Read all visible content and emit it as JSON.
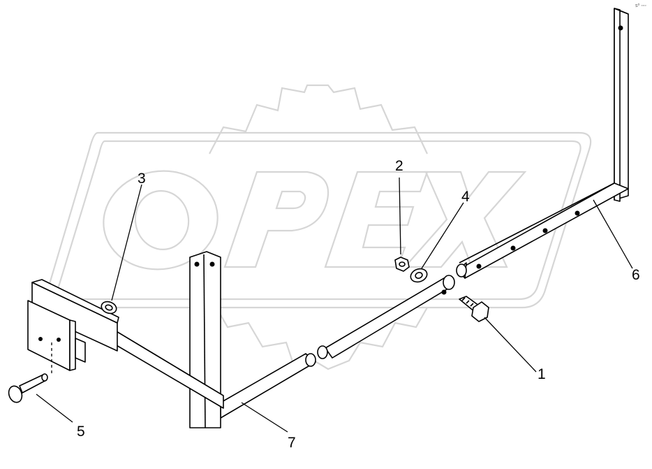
{
  "diagram": {
    "watermark": {
      "text": "OPEX",
      "color": "#d9d9d9"
    },
    "corner_mark": "s⁰ ◦◦◦",
    "callouts": [
      {
        "id": "1",
        "label": "1"
      },
      {
        "id": "2",
        "label": "2"
      },
      {
        "id": "3",
        "label": "3"
      },
      {
        "id": "4",
        "label": "4"
      },
      {
        "id": "5",
        "label": "5"
      },
      {
        "id": "6",
        "label": "6"
      },
      {
        "id": "7",
        "label": "7"
      }
    ],
    "line_color": "#000000"
  }
}
